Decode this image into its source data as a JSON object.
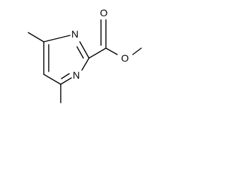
{
  "molecule": {
    "atoms": {
      "n_top": "N",
      "n_bottom": "N",
      "o_carbonyl": "O",
      "o_ester": "O"
    }
  }
}
